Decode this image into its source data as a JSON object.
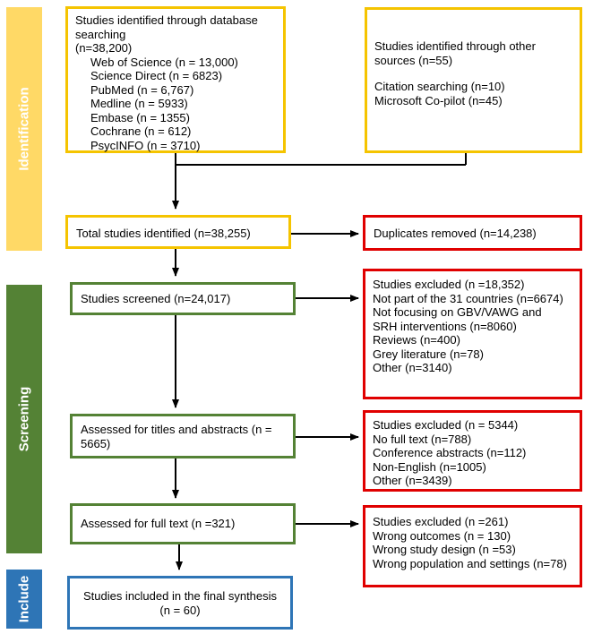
{
  "phases": {
    "identification": "Identification",
    "screening": "Screening",
    "include": "Include"
  },
  "colors": {
    "identification": "#ffd966",
    "screening": "#548235",
    "include": "#2e75b6",
    "box_yellow": "#f5c400",
    "box_green": "#548235",
    "box_red": "#e00000",
    "box_blue": "#2e75b6"
  },
  "database_search": {
    "heading": "Studies identified through database searching",
    "total": "(n=38,200)",
    "sources": [
      "Web of Science (n = 13,000)",
      "Science Direct (n = 6823)",
      "PubMed (n = 6,767)",
      "Medline (n = 5933)",
      "Embase (n = 1355)",
      "Cochrane (n = 612)",
      "PsycINFO (n = 3710)"
    ]
  },
  "other_sources": {
    "heading_line1": "Studies identified through other",
    "heading_line2": "sources (n=55)",
    "items": [
      "Citation searching (n=10)",
      "Microsoft Co-pilot (n=45)"
    ]
  },
  "total_identified": "Total studies identified (n=38,255)",
  "duplicates_removed": "Duplicates removed (n=14,238)",
  "screened": "Studies screened (n=24,017)",
  "excluded_screening": [
    "Studies excluded (n =18,352)",
    "Not part of the 31 countries (n=6674)",
    "Not focusing on GBV/VAWG and",
    "SRH interventions (n=8060)",
    "Reviews (n=400)",
    "Grey literature (n=78)",
    "Other (n=3140)"
  ],
  "assessed_titles": {
    "line1": "Assessed for titles and abstracts (n =",
    "line2": "5665)"
  },
  "excluded_titles": [
    "Studies excluded (n = 5344)",
    "No full text (n=788)",
    "Conference abstracts (n=112)",
    "Non-English (n=1005)",
    "Other (n=3439)"
  ],
  "assessed_full_text": "Assessed for full text (n =321)",
  "excluded_full_text": [
    "Studies excluded (n =261)",
    "Wrong outcomes (n = 130)",
    "Wrong study design (n =53)",
    "Wrong population and settings (n=78)"
  ],
  "included": {
    "line1": "Studies included in the final synthesis",
    "line2": "(n = 60)"
  }
}
